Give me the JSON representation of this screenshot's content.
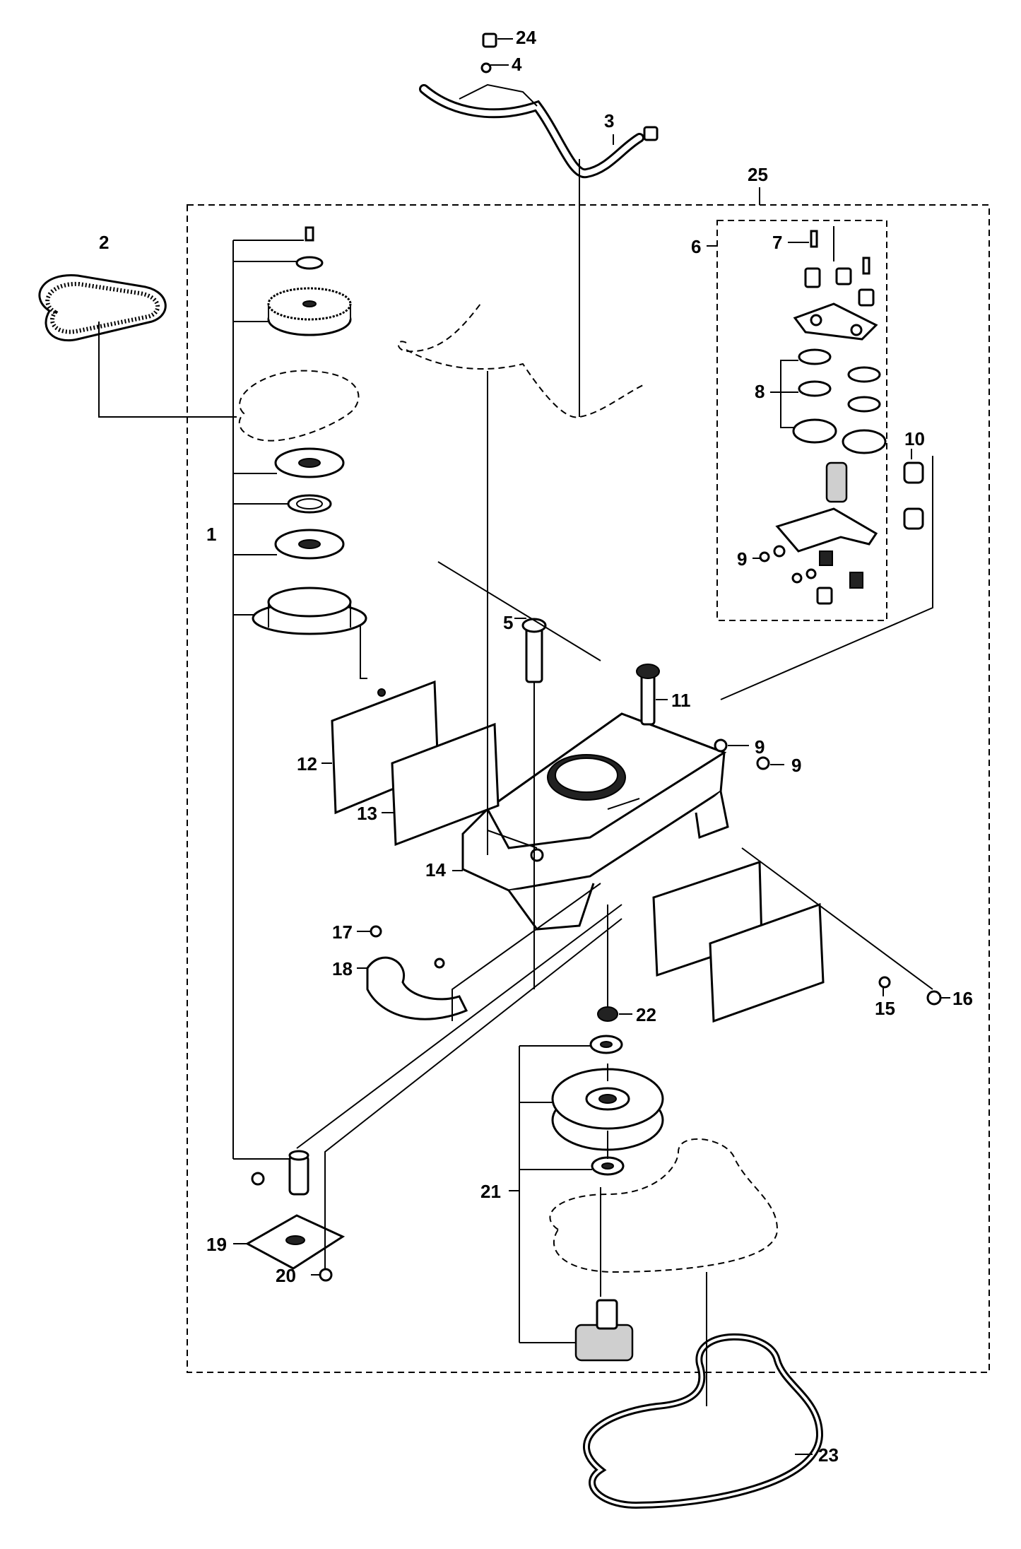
{
  "labels": {
    "l1": "1",
    "l2": "2",
    "l3": "3",
    "l4": "4",
    "l5": "5",
    "l6": "6",
    "l7": "7",
    "l8": "8",
    "l9a": "9",
    "l9b": "9",
    "l9c": "9",
    "l10": "10",
    "l11": "11",
    "l12": "12",
    "l13": "13",
    "l14": "14",
    "l15": "15",
    "l16": "16",
    "l17": "17",
    "l18": "18",
    "l19": "19",
    "l20": "20",
    "l21": "21",
    "l22": "22",
    "l23": "23",
    "l24": "24",
    "l25": "25"
  }
}
